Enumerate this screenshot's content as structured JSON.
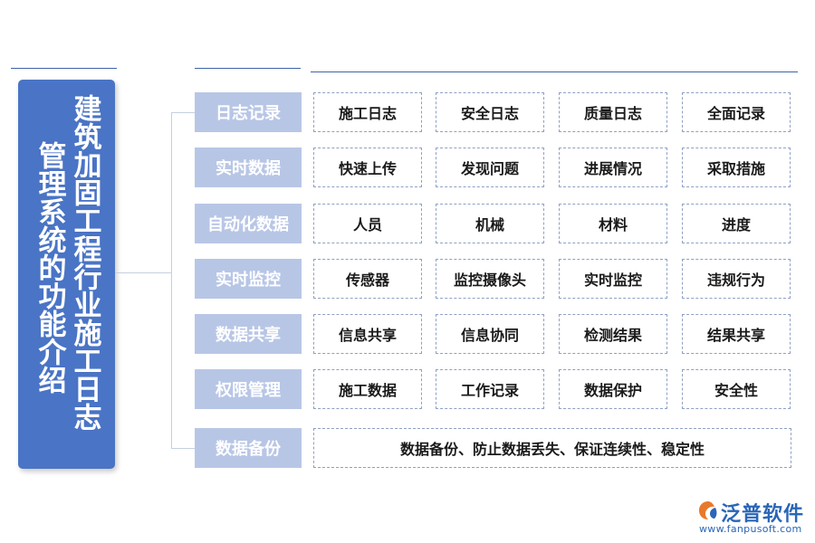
{
  "title": {
    "line1": "建筑加固工程行业施工日志",
    "line2": "管理系统的功能介绍"
  },
  "rows": [
    {
      "category": "日志记录",
      "items": [
        "施工日志",
        "安全日志",
        "质量日志",
        "全面记录"
      ]
    },
    {
      "category": "实时数据",
      "items": [
        "快速上传",
        "发现问题",
        "进展情况",
        "采取措施"
      ]
    },
    {
      "category": "自动化数据",
      "items": [
        "人员",
        "机械",
        "材料",
        "进度"
      ]
    },
    {
      "category": "实时监控",
      "items": [
        "传感器",
        "监控摄像头",
        "实时监控",
        "违规行为"
      ]
    },
    {
      "category": "数据共享",
      "items": [
        "信息共享",
        "信息协同",
        "检测结果",
        "结果共享"
      ]
    },
    {
      "category": "权限管理",
      "items": [
        "施工数据",
        "工作记录",
        "数据保护",
        "安全性"
      ]
    },
    {
      "category": "数据备份",
      "items": [
        "数据备份、防止数据丢失、保证连续性、稳定性"
      ]
    }
  ],
  "logo": {
    "name": "泛普软件",
    "url": "www.fanpusoft.com",
    "icon": "fanpu-logo-icon"
  },
  "colors": {
    "title_bg": "#4a74c5",
    "category_bg": "#b8c6e6",
    "item_border": "#8fa0c4",
    "rule": "#3c63a8",
    "logo": "#2a66b7"
  }
}
